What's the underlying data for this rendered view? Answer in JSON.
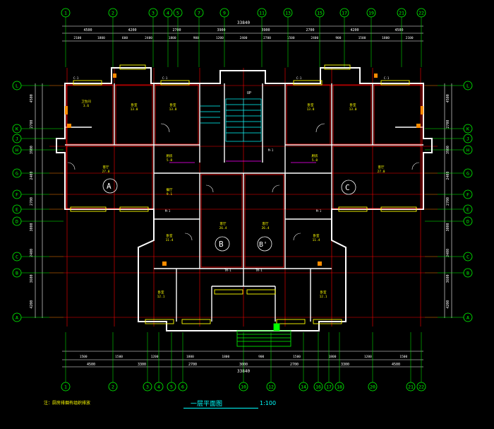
{
  "drawing": {
    "title": "一层平面图",
    "scale": "1:100",
    "note": "注：厨房排烟有组织排放"
  },
  "colors": {
    "background": "#000000",
    "axis": "#00ff00",
    "wall": "#ffffff",
    "wall_fill": "#ff0000",
    "dimension": "#ffffff",
    "text": "#ffff00",
    "window": "#ffff00",
    "stair": "#00ffff",
    "door": "#ff00ff",
    "accent": "#ff8c00"
  },
  "axes": {
    "top_labels": [
      "1",
      "2",
      "3",
      "4",
      "5",
      "7",
      "9",
      "11",
      "13",
      "15",
      "17",
      "19",
      "21",
      "22"
    ],
    "bottom_labels": [
      "1",
      "2",
      "3",
      "4",
      "5",
      "6",
      "10",
      "12",
      "14",
      "16",
      "17",
      "18",
      "20",
      "21",
      "22"
    ],
    "left_labels": [
      "L",
      "K",
      "J",
      "H",
      "G",
      "F",
      "E",
      "D",
      "C",
      "B",
      "A"
    ],
    "right_labels": [
      "L",
      "K",
      "J",
      "H",
      "G",
      "F",
      "E",
      "D",
      "C",
      "B",
      "A"
    ]
  },
  "dimensions": {
    "top_total": "33840",
    "top_row1": [
      "4500",
      "4200",
      "2700",
      "3900",
      "3900",
      "2700",
      "4200",
      "4500"
    ],
    "top_row2": [
      "2100",
      "1800",
      "600",
      "2400",
      "1800",
      "900",
      "1200",
      "2400",
      "2700",
      "1500",
      "2400",
      "900",
      "1500",
      "1800",
      "2100"
    ],
    "bottom_total": "33840",
    "bottom_row1": [
      "4500",
      "3300",
      "2700",
      "3000",
      "2700",
      "3300",
      "4500"
    ],
    "bottom_row2": [
      "1500",
      "1500",
      "1200",
      "1800",
      "1800",
      "900",
      "1500",
      "1800",
      "1200",
      "1500"
    ],
    "left": [
      "4500",
      "2700",
      "3900",
      "2400",
      "2700",
      "3000",
      "2400",
      "3600",
      "4200"
    ],
    "right": [
      "4500",
      "2700",
      "3900",
      "2400",
      "2700",
      "3000",
      "2400",
      "3600",
      "4200"
    ]
  },
  "units": {
    "A": "A",
    "B": "B",
    "B_mirror": "B'",
    "C": "C"
  },
  "rooms": [
    {
      "name": "卧室",
      "area": "13.0"
    },
    {
      "name": "卧室",
      "area": "13.8"
    },
    {
      "name": "客厅",
      "area": "27.0"
    },
    {
      "name": "厨房",
      "area": "5.8"
    },
    {
      "name": "卫生间",
      "area": "3.6"
    },
    {
      "name": "餐厅",
      "area": "9.1"
    },
    {
      "name": "卧室",
      "area": "11.4"
    },
    {
      "name": "卧室",
      "area": "12.1"
    },
    {
      "name": "客厅",
      "area": "26.4"
    },
    {
      "name": "客厅",
      "area": "26.4"
    },
    {
      "name": "卧室",
      "area": "11.4"
    },
    {
      "name": "卧室",
      "area": "12.1"
    },
    {
      "name": "客厅",
      "area": "27.0"
    },
    {
      "name": "卧室",
      "area": "13.8"
    },
    {
      "name": "卧室",
      "area": "13.0"
    },
    {
      "name": "厨房",
      "area": "5.8"
    }
  ],
  "labels": {
    "stair": "UP",
    "window_tag": "C-1",
    "door_tag": "M-1",
    "entry_tag": "TM-1"
  }
}
